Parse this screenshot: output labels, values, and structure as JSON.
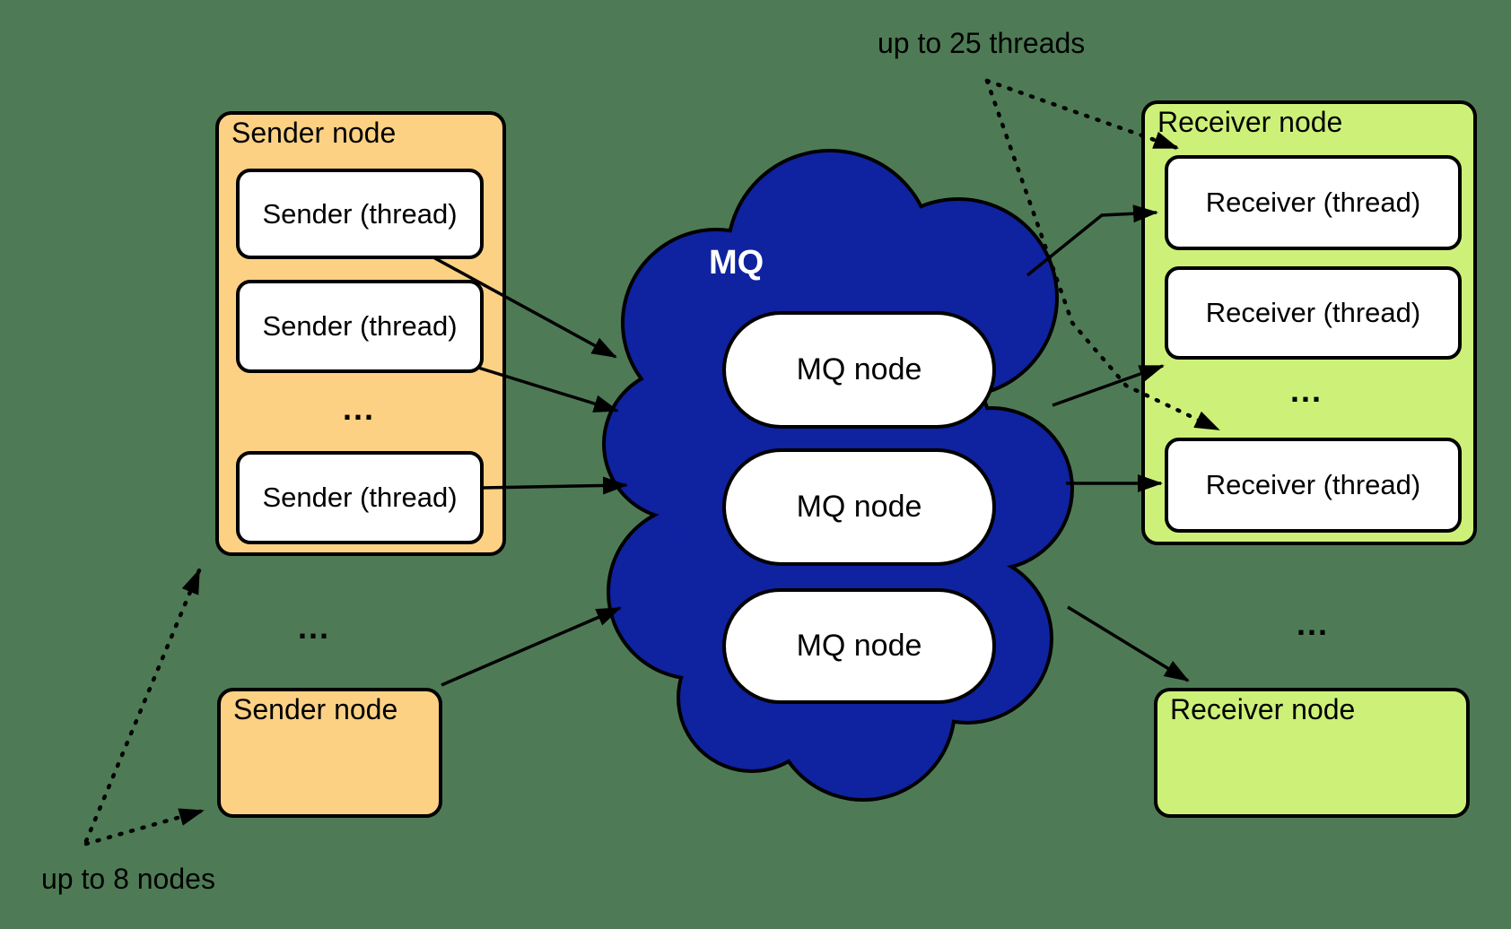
{
  "colors": {
    "background": "#4e7b55",
    "sender_fill": "#fcd184",
    "receiver_fill": "#cdf178",
    "cloud_fill": "#0f22a0",
    "thread_fill": "#ffffff",
    "outline": "#000000"
  },
  "annotations": {
    "threads": "up to 25 threads",
    "nodes": "up to 8 nodes"
  },
  "sender": {
    "node": {
      "title": "Sender node",
      "threads": [
        "Sender (thread)",
        "Sender (thread)",
        "Sender (thread)"
      ],
      "threads_ellipsis": "..."
    },
    "more_nodes_ellipsis": "...",
    "second_node": {
      "title": "Sender node"
    }
  },
  "mq": {
    "cloud_label": "MQ",
    "nodes": [
      "MQ node",
      "MQ node",
      "MQ node"
    ]
  },
  "receiver": {
    "node": {
      "title": "Receiver node",
      "threads": [
        "Receiver (thread)",
        "Receiver (thread)",
        "Receiver (thread)"
      ],
      "threads_ellipsis": "..."
    },
    "more_nodes_ellipsis": "...",
    "second_node": {
      "title": "Receiver node"
    }
  }
}
